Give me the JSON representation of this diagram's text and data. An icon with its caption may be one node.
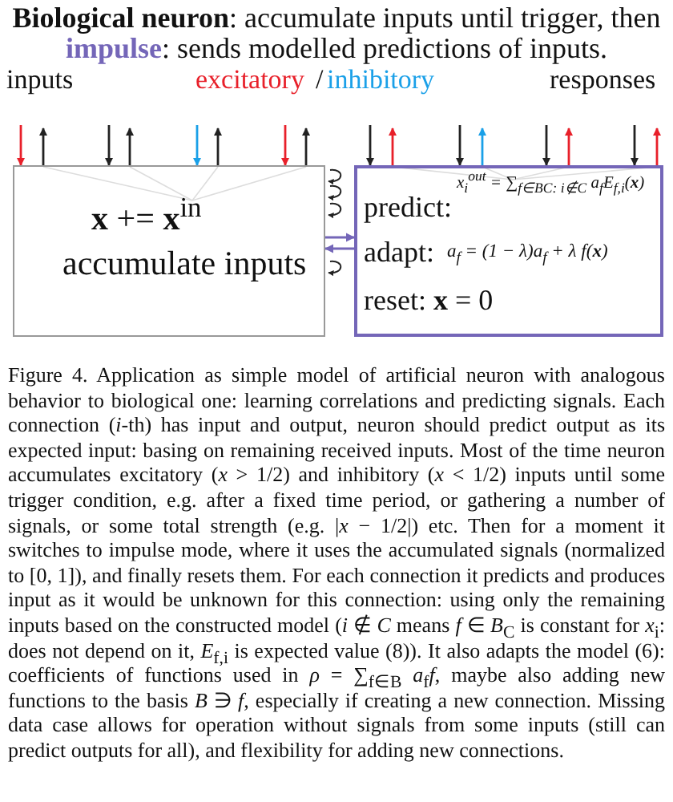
{
  "diagram": {
    "title": "**Biological neuron**: accumulate inputs until trigger, then **impulse**: sends modelled predictions of inputs.",
    "nodes": [
      {
        "text": [
          "**x** += **x**$^{in}$",
          "accumulate inputs"
        ]
      },
      {
        "text": [
          "predict:",
          "*x*$_{i}$$^{out}$ = ∑$_{f∈B}$$_{C}$$_{: i∉C}$ *a*$_{f}$*E*$_{f,i}$(**x**)",
          "adapt:",
          "*a*$_{f}$ = (1 − λ)*a*$_{f}$ + λ *f*(**x**)",
          "reset: **x** = 0"
        ]
      }
    ],
    "edges": [
      {
        "from": null,
        "to": 0,
        "arrow": "to",
        "color": "#e8202a"
      },
      {
        "from": 0,
        "to": null,
        "arrow": "to"
      },
      {
        "from": null,
        "to": 0,
        "arrow": "to"
      },
      {
        "from": 0,
        "to": null,
        "arrow": "to"
      },
      {
        "from": null,
        "to": 0,
        "arrow": "to",
        "color": "#1aa0e8"
      },
      {
        "from": 0,
        "to": null,
        "arrow": "to"
      },
      {
        "from": null,
        "to": 0,
        "arrow": "to",
        "color": "#e8202a"
      },
      {
        "from": 0,
        "to": null,
        "arrow": "to"
      },
      {
        "from": null,
        "to": 1,
        "arrow": "to"
      },
      {
        "from": 1,
        "to": null,
        "arrow": "to",
        "color": "#e8202a"
      },
      {
        "from": null,
        "to": 1,
        "arrow": "to"
      },
      {
        "from": 1,
        "to": null,
        "arrow": "to",
        "color": "#1aa0e8"
      },
      {
        "from": null,
        "to": 1,
        "arrow": "to"
      },
      {
        "from": 1,
        "to": null,
        "arrow": "to",
        "color": "#e8202a"
      },
      {
        "from": null,
        "to": 1,
        "arrow": "to"
      },
      {
        "from": 1,
        "to": null,
        "arrow": "to",
        "color": "#e8202a"
      },
      {
        "from": 0,
        "to": 0,
        "arrow": "to"
      },
      {
        "from": 0,
        "to": 0,
        "arrow": "to"
      },
      {
        "from": 0,
        "to": 0,
        "arrow": "to"
      },
      {
        "from": 0,
        "to": 0,
        "arrow": "to"
      },
      {
        "from": 0,
        "to": 1,
        "arrow": "to",
        "color": "#7466b8"
      },
      {
        "from": 1,
        "to": 0,
        "arrow": "to",
        "color": "#7466b8"
      }
    ],
    "labels": [
      "inputs",
      "excitatory",
      "/",
      "inhibitory",
      "responses"
    ],
    "caption": "Figure 4.   Application as simple model of artificial neuron with analogous behavior to biological one: learning correlations and predicting signals. Each connection (*i*-th) has input and output, neuron should predict output as its expected input: basing on remaining received inputs. Most of the time neuron accumulates excitatory (*x* > 1/2) and inhibitory (*x* < 1/2) inputs until some trigger condition, e.g. after a fixed time period, or gathering a number of signals, or some total strength (e.g. |*x* − 1/2|) etc. Then for a moment it switches to impulse mode, where it uses the accumulated signals (normalized to [0, 1]), and finally resets them. For each connection it predicts and produces input as it would be unknown for this connection: using only the remaining inputs based on the constructed model (*i* ∉ *C* means *f* ∈ *B*$_{C}$ is constant for *x*$_{i}$: does not depend on it, *E*$_{f,i}$ is expected value (8)). It also adapts the model (6): coefficients of functions used in *ρ* = ∑$_{f∈B}$ *a*$_{f}$*f*, maybe also adding new functions to the basis *B* ∋ *f*, especially if creating a new connection. Missing data case allows for operation without signals from some inputs (still can predict outputs for all), and flexibility for adding new connections."
  }
}
